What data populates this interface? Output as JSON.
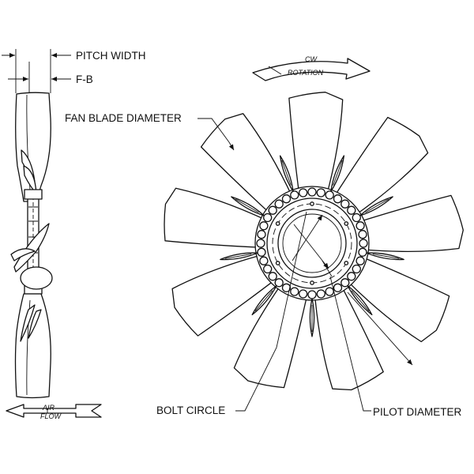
{
  "labels": {
    "pitch_width": "PITCH WIDTH",
    "f_b": "F-B",
    "fan_blade_diameter": "FAN BLADE DIAMETER",
    "bolt_circle": "BOLT CIRCLE",
    "pilot_diameter": "PILOT DIAMETER",
    "cw": "CW",
    "rotation": "ROTATION",
    "air": "AIR",
    "flow": "FLOW"
  },
  "fan": {
    "blade_count": 9,
    "rib_count": 9
  },
  "colors": {
    "line": "#111111",
    "background": "#ffffff"
  }
}
